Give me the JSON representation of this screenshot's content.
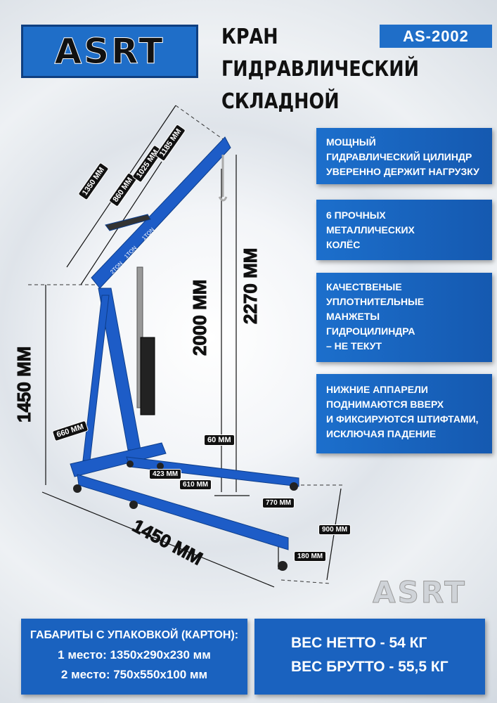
{
  "logo": "ASRT",
  "model": "AS-2002",
  "title": [
    "КРАН",
    "ГИДРАВЛИЧЕСКИЙ",
    "СКЛАДНОЙ"
  ],
  "features": [
    [
      "МОЩНЫЙ",
      "ГИДРАВЛИЧЕСКИЙ ЦИЛИНДР",
      "УВЕРЕННО ДЕРЖИТ НАГРУЗКУ"
    ],
    [
      "6 ПРОЧНЫХ",
      "МЕТАЛЛИЧЕСКИХ",
      "КОЛЁС"
    ],
    [
      "КАЧЕСТВЕНЫЕ",
      "УПЛОТНИТЕЛЬНЫЕ",
      "МАНЖЕТЫ",
      "ГИДРОЦИЛИНДРА",
      "– НЕ ТЕКУТ"
    ],
    [
      "НИЖНИЕ АППАРЕЛИ",
      "ПОДНИМАЮТСЯ ВВЕРХ",
      "И ФИКСИРУЮТСЯ ШТИФТАМИ,",
      "ИСКЛЮЧАЯ ПАДЕНИЕ"
    ]
  ],
  "dims": {
    "boom_1350": "1350 ММ",
    "boom_860": "860 ММ",
    "boom_1025": "1025 ММ",
    "boom_1185": "1185 ММ",
    "h2270": "2270 ММ",
    "h2000": "2000 ММ",
    "h1450": "1450 ММ",
    "w660": "660 ММ",
    "w60": "60 ММ",
    "w423": "423 ММ",
    "w610": "610 ММ",
    "w770": "770 ММ",
    "w900": "900 ММ",
    "h180": "180 ММ",
    "l1450": "1450 ММ"
  },
  "boom_marks": [
    "2TON",
    "1TON",
    "1TON"
  ],
  "packaging": {
    "title": "ГАБАРИТЫ С УПАКОВКОЙ (КАРТОН):",
    "line1": "1 место: 1350х290х230 мм",
    "line2": "2 место: 750х550х100 мм"
  },
  "weight": {
    "net": "ВЕС НЕТТО - 54 КГ",
    "gross": "ВЕС БРУТТО - 55,5 КГ"
  },
  "watermark": "ASRT"
}
